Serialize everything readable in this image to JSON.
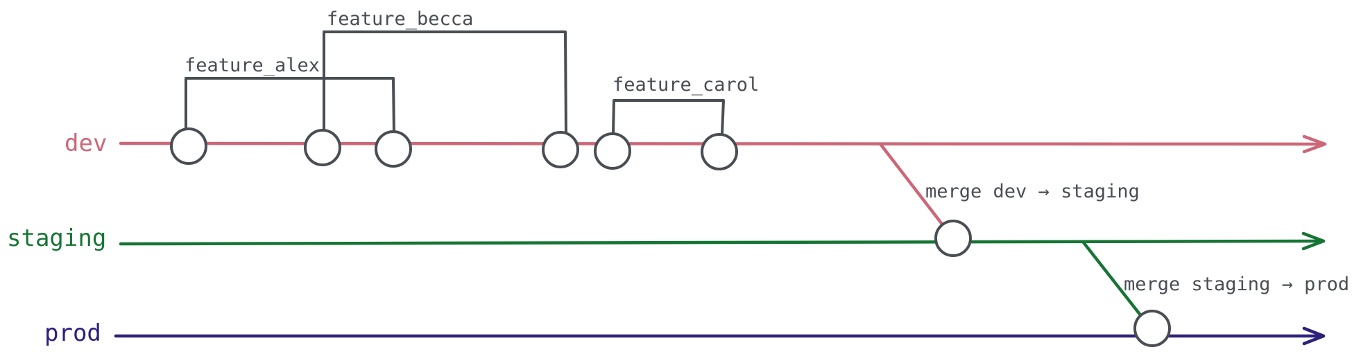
{
  "colors": {
    "dev": "#cc6778",
    "staging": "#167534",
    "prod": "#2c217d",
    "ink": "#494d54"
  },
  "branches": {
    "dev": "dev",
    "staging": "staging",
    "prod": "prod"
  },
  "features": {
    "alex": "feature_alex",
    "becca": "feature_becca",
    "carol": "feature_carol"
  },
  "merges": {
    "dev_to_staging": "merge dev → staging",
    "staging_to_prod": "merge staging → prod"
  }
}
